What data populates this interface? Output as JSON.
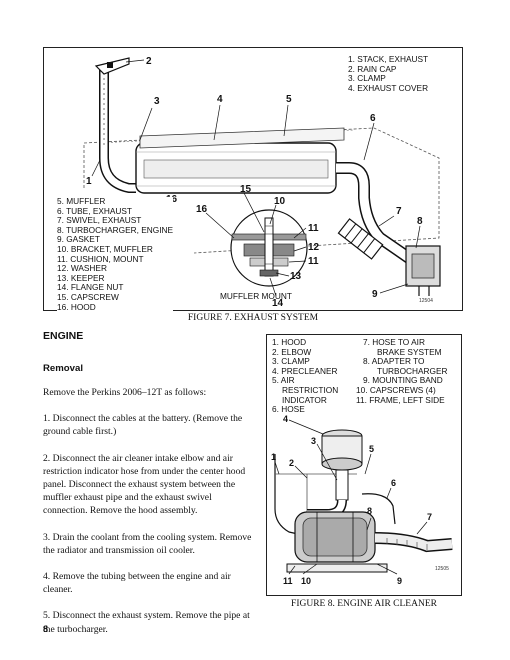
{
  "figure7": {
    "legend_top": [
      "1. STACK, EXHAUST",
      "2. RAIN CAP",
      "3. CLAMP",
      "4. EXHAUST COVER"
    ],
    "legend_left": [
      "5. MUFFLER",
      "6. TUBE, EXHAUST",
      "7. SWIVEL, EXHAUST",
      "8. TURBOCHARGER, ENGINE",
      "9. GASKET",
      "10. BRACKET, MUFFLER",
      "11. CUSHION, MOUNT",
      "12. WASHER",
      "13. KEEPER",
      "14. FLANGE NUT",
      "15. CAPSCREW",
      "16. HOOD"
    ],
    "callouts": [
      "1",
      "2",
      "3",
      "4",
      "5",
      "6",
      "7",
      "8",
      "9",
      "10",
      "11",
      "11",
      "12",
      "13",
      "14",
      "15",
      "16",
      "16"
    ],
    "inset_label": "MUFFLER MOUNT",
    "drawing_number": "12504",
    "caption": "FIGURE 7. EXHAUST SYSTEM"
  },
  "section": {
    "heading": "ENGINE",
    "subheading": "Removal",
    "intro": "Remove the Perkins 2006–12T as follows:",
    "steps": [
      "1. Disconnect the cables at the battery. (Remove the ground cable first.)",
      "2. Disconnect the air cleaner intake elbow and air restriction indicator hose from under the center hood panel. Disconnect the exhaust system between the muffler exhaust pipe and the exhaust swivel connection. Remove the hood assembly.",
      "3. Drain the coolant from the cooling system. Remove the radiator and transmission oil cooler.",
      "4. Remove the tubing between the engine and air cleaner.",
      "5. Disconnect the exhaust system. Remove the pipe at the turbocharger."
    ]
  },
  "figure8": {
    "legend_left": [
      "1. HOOD",
      "2. ELBOW",
      "3. CLAMP",
      "4. PRECLEANER",
      "5. AIR",
      "RESTRICTION",
      "INDICATOR",
      "6. HOSE"
    ],
    "legend_right": [
      "7. HOSE TO AIR",
      "BRAKE SYSTEM",
      "8. ADAPTER TO",
      "TURBOCHARGER",
      "9. MOUNTING BAND",
      "10. CAPSCREWS (4)",
      "11. FRAME, LEFT SIDE"
    ],
    "callouts": [
      "1",
      "2",
      "3",
      "4",
      "5",
      "6",
      "7",
      "8",
      "9",
      "10",
      "11"
    ],
    "drawing_number": "12505",
    "caption": "FIGURE 8. ENGINE AIR CLEANER"
  },
  "page_number": "8"
}
